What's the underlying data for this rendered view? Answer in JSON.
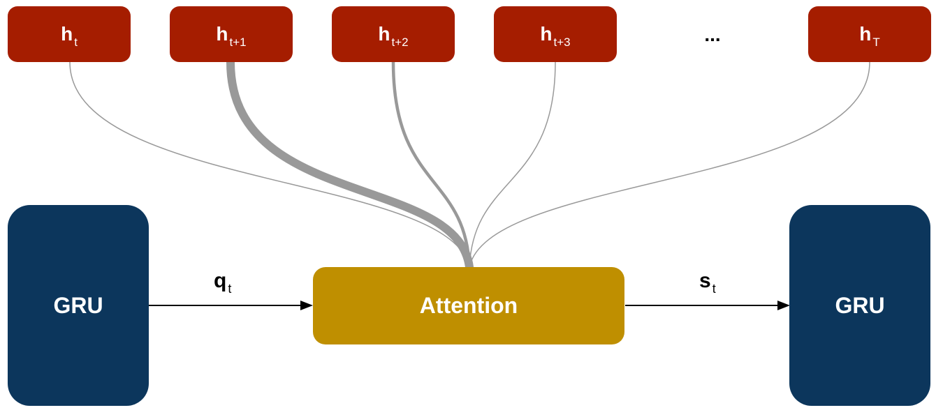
{
  "colors": {
    "hidden_box": "#a51d00",
    "gru_box": "#0c365c",
    "attention_box": "#bf8f00",
    "connector": "#999999",
    "arrow": "#000000"
  },
  "hidden_states": [
    {
      "base": "h",
      "sub": "t",
      "weight": 1
    },
    {
      "base": "h",
      "sub": "t+1",
      "weight": 8
    },
    {
      "base": "h",
      "sub": "t+2",
      "weight": 3
    },
    {
      "base": "h",
      "sub": "t+3",
      "weight": 1
    },
    {
      "base": "h",
      "sub": "T",
      "weight": 1
    }
  ],
  "ellipsis": "...",
  "gru_left": "GRU",
  "gru_right": "GRU",
  "attention": "Attention",
  "query": {
    "base": "q",
    "sub": "t"
  },
  "output": {
    "base": "s",
    "sub": "t"
  }
}
